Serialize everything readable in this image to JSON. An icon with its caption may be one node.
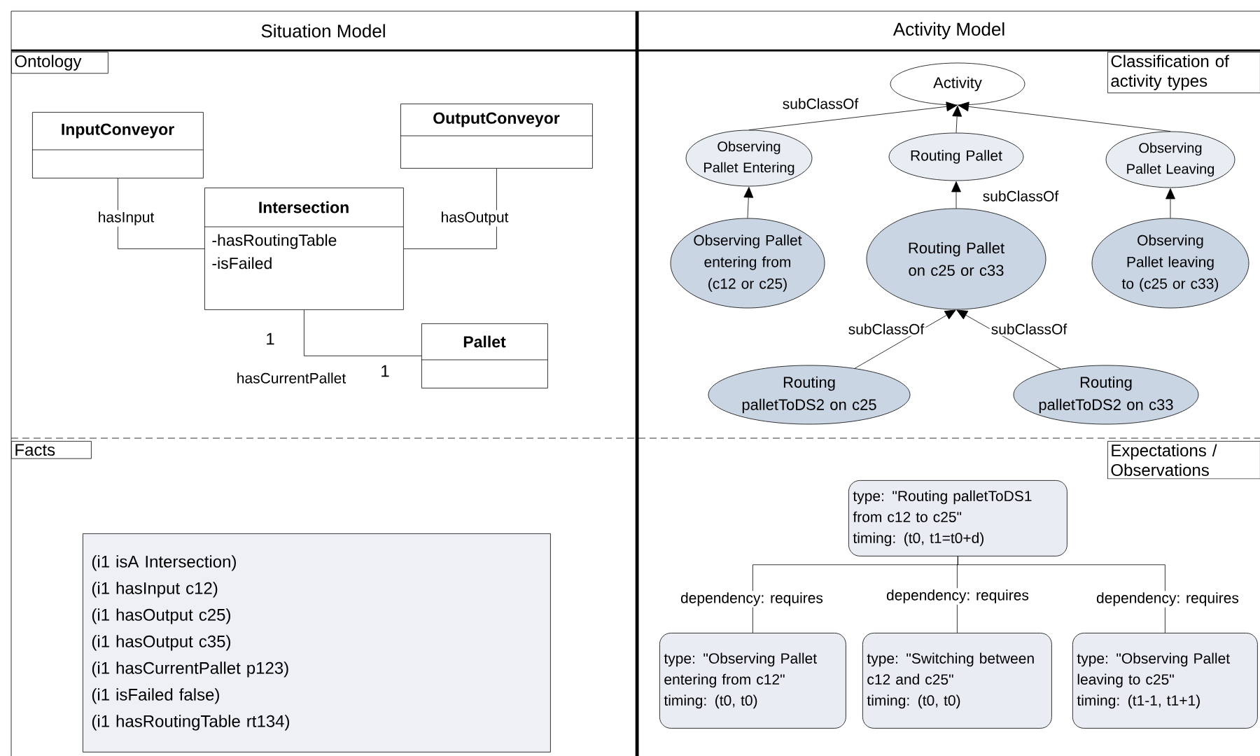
{
  "diagram": {
    "nodes": [
      {
        "text": [
          "Ontology"
        ]
      },
      {
        "text": [
          "InputConveyor"
        ]
      },
      {
        "text": [
          "OutputConveyor"
        ]
      },
      {
        "text": [
          "Intersection",
          "-hasRoutingTable",
          "-isFailed"
        ]
      },
      {
        "text": [
          "Pallet"
        ]
      },
      {
        "text": [
          "Classification of activity types"
        ]
      },
      {
        "text": [
          "Activity"
        ]
      },
      {
        "text": [
          "Observing Pallet Entering"
        ]
      },
      {
        "text": [
          "Routing Pallet"
        ]
      },
      {
        "text": [
          "Observing Pallet Leaving"
        ]
      },
      {
        "text": [
          "Observing Pallet entering from (c12 or c25)"
        ]
      },
      {
        "text": [
          "Routing Pallet on c25 or c33"
        ]
      },
      {
        "text": [
          "Observing Pallet leaving to (c25 or c33)"
        ]
      },
      {
        "text": [
          "Routing palletToDS2 on c25"
        ]
      },
      {
        "text": [
          "Routing palletToDS2 on c33"
        ]
      },
      {
        "text": [
          "Facts"
        ]
      },
      {
        "text": [
          "(i1 isA Intersection)",
          "(i1 hasInput c12)",
          "(i1 hasOutput c25)",
          "(i1 hasOutput c35)",
          "(i1 hasCurrentPallet p123)",
          "(i1 isFailed false)",
          "(i1 hasRoutingTable rt134)"
        ]
      },
      {
        "text": [
          "Expectations / Observations"
        ]
      },
      {
        "text": [
          "type: \"Routing palletToDS1 from c12 to c25\"",
          "timing: (t0, t1=t0+d)"
        ]
      },
      {
        "text": [
          "type: \"Observing Pallet entering from c12\"",
          "timing: (t0, t0)"
        ]
      },
      {
        "text": [
          "type: \"Switching between c12 and c25\"",
          "timing: (t0, t0)"
        ]
      },
      {
        "text": [
          "type: \"Observing Pallet leaving to c25\"",
          "timing: (t1-1, t1+1)"
        ]
      }
    ],
    "edges": [
      {
        "from": 1,
        "to": 3,
        "arrow": "none",
        "label": "hasInput"
      },
      {
        "from": 3,
        "to": 2,
        "arrow": "none",
        "label": "hasOutput"
      },
      {
        "from": 3,
        "to": 4,
        "arrow": "none",
        "label": "hasCurrentPallet"
      },
      {
        "from": 7,
        "to": 6,
        "arrow": "to",
        "label": "subClassOf"
      },
      {
        "from": 8,
        "to": 6,
        "arrow": "to"
      },
      {
        "from": 9,
        "to": 6,
        "arrow": "to"
      },
      {
        "from": 10,
        "to": 7,
        "arrow": "to"
      },
      {
        "from": 11,
        "to": 8,
        "arrow": "to",
        "label": "subClassOf"
      },
      {
        "from": 12,
        "to": 9,
        "arrow": "to"
      },
      {
        "from": 13,
        "to": 11,
        "arrow": "to",
        "label": "subClassOf"
      },
      {
        "from": 14,
        "to": 11,
        "arrow": "to",
        "label": "subClassOf"
      },
      {
        "from": 18,
        "to": 19,
        "arrow": "none",
        "label": "dependency: requires"
      },
      {
        "from": 18,
        "to": 20,
        "arrow": "none",
        "label": "dependency: requires"
      },
      {
        "from": 18,
        "to": 21,
        "arrow": "none",
        "label": "dependency: requires"
      }
    ],
    "labels": [
      "Situation Model",
      "Activity Model",
      "1",
      "1"
    ]
  }
}
